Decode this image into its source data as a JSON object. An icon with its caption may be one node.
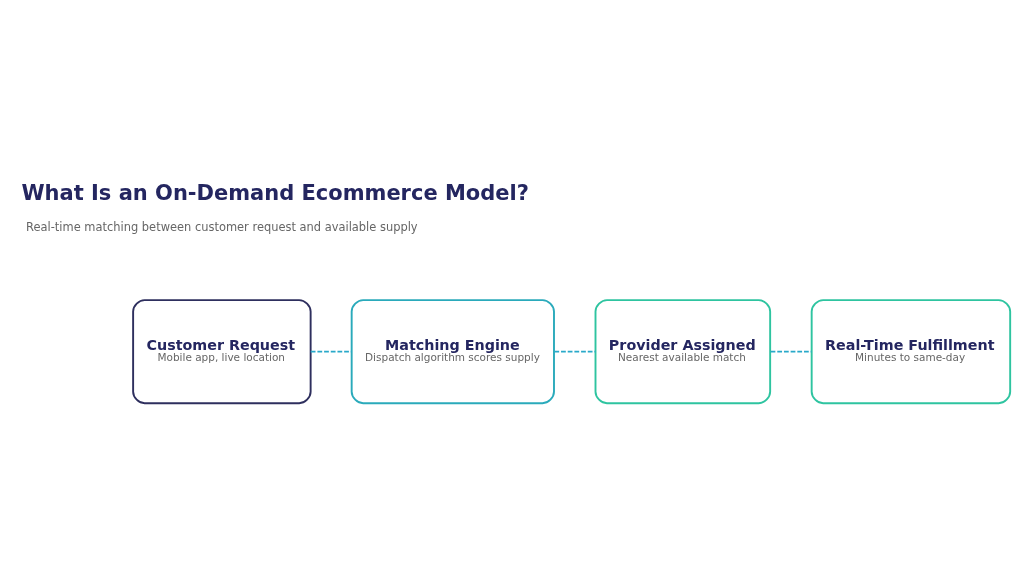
{
  "diagram": {
    "title": "What Is an On-Demand Ecommerce Model?",
    "nodes": [
      {
        "text": [
          "Customer Request",
          "Mobile app, live location"
        ]
      },
      {
        "text": [
          "Matching Engine",
          "Dispatch algorithm scores supply"
        ]
      },
      {
        "text": [
          "Provider Assigned",
          "Nearest available match"
        ]
      },
      {
        "text": [
          "Real-Time Fulfillment",
          "Minutes to same-day"
        ]
      }
    ],
    "edges": [
      {
        "from": 0,
        "to": 1,
        "arrow": "none",
        "style": "dashed"
      },
      {
        "from": 1,
        "to": 2,
        "arrow": "none",
        "style": "dashed"
      },
      {
        "from": 2,
        "to": 3,
        "arrow": "none",
        "style": "dashed"
      }
    ],
    "labels": [
      "Real-time matching between customer request and available supply"
    ]
  }
}
